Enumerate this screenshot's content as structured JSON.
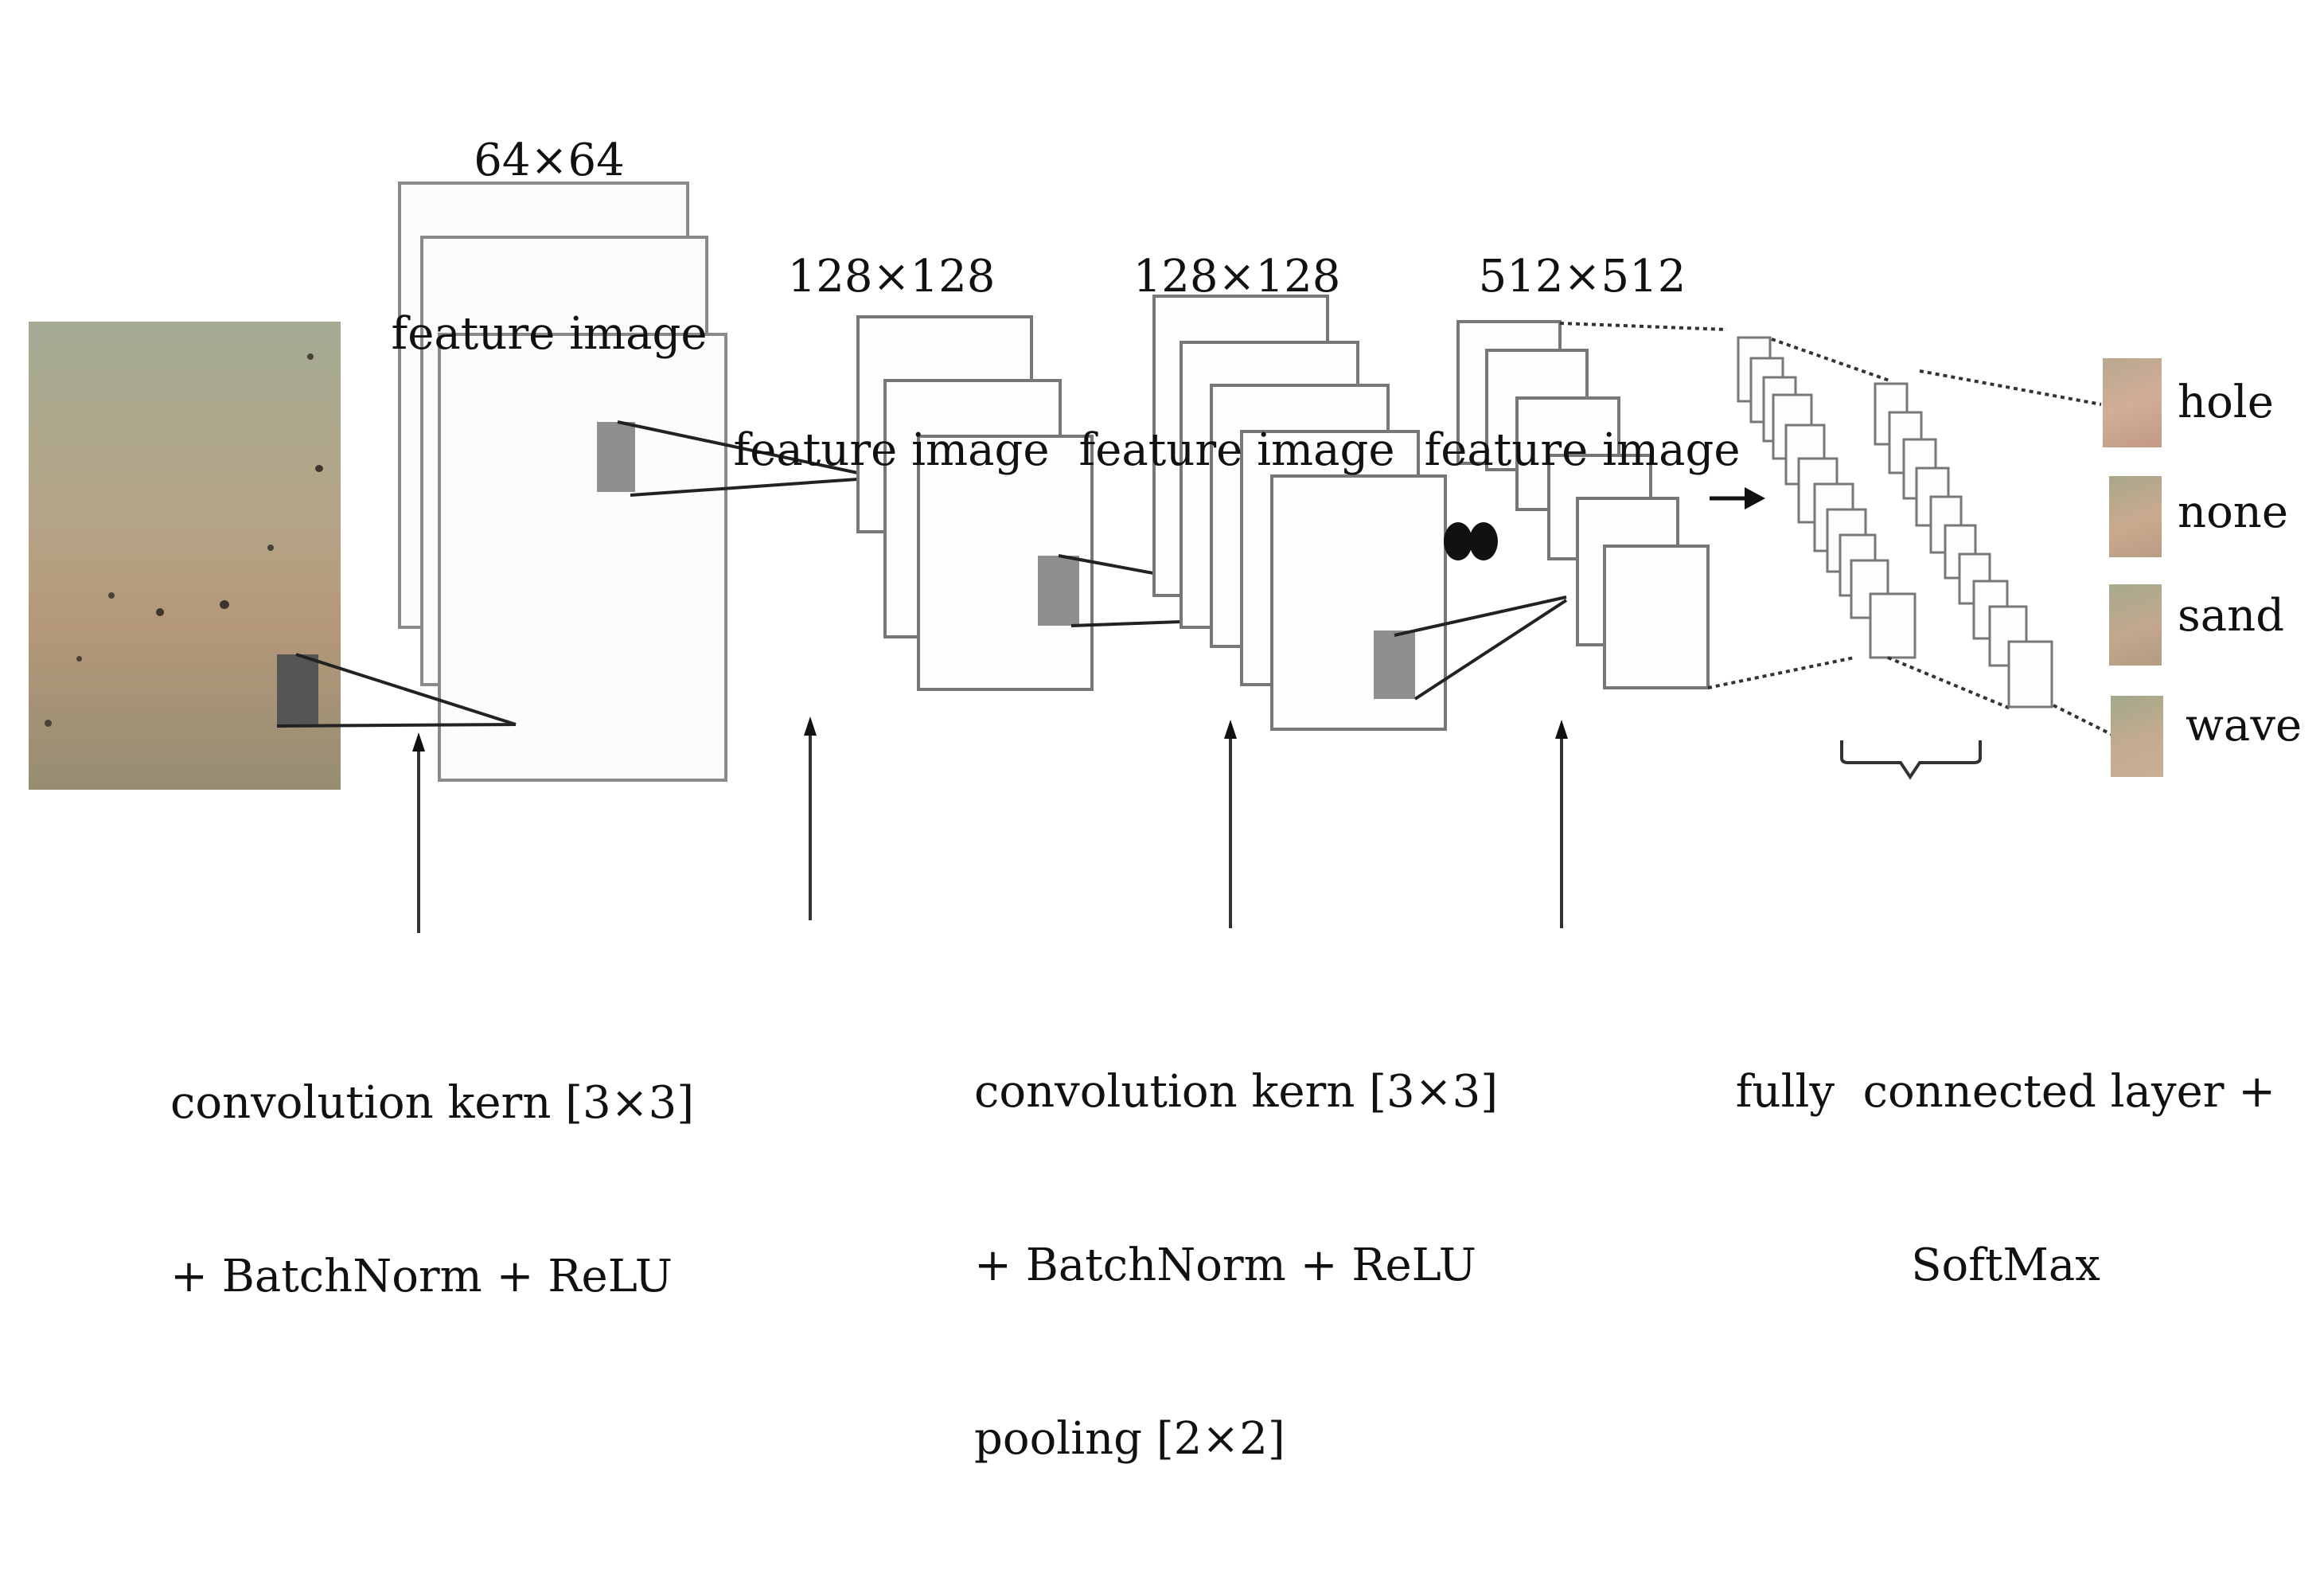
{
  "feature_labels": {
    "fm1": {
      "size": "64×64",
      "text": "feature image"
    },
    "fm2": {
      "size": "128×128",
      "text": "feature image"
    },
    "fm3": {
      "size": "128×128",
      "text": "feature image"
    },
    "fm4": {
      "size": "512×512",
      "text": "feature image"
    }
  },
  "captions": {
    "block1": {
      "line1": "convolution kern [3×3]",
      "line2": "+ BatchNorm + ReLU"
    },
    "block2": {
      "line1": "convolution kern [3×3]",
      "line2": "+ BatchNorm + ReLU",
      "line3": "pooling [2×2]"
    },
    "fc": {
      "line1": "fully  connected layer +",
      "line2": "SoftMax"
    }
  },
  "classes": [
    "hole",
    "none",
    "sand",
    "wave"
  ],
  "colors": {
    "input_photo_top": "#9aa58e",
    "input_photo_mid": "#b39a7d",
    "input_photo_bottom": "#8e8a6e",
    "class_thumb": "#c9a98f",
    "kernel_fill": "#8a8a8a",
    "frame_stroke": "#777777"
  }
}
